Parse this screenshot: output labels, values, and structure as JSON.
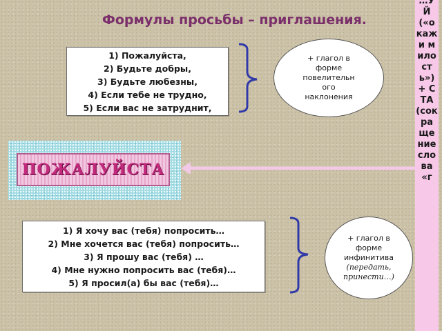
{
  "title": "Формулы просьбы – приглашения.",
  "group1": {
    "items": [
      "1) Пожалуйста,",
      "2) Будьте добры,",
      "3) Будьте любезны,",
      "4) Если тебе не трудно,",
      "5) Если вас не затруднит,"
    ],
    "bubble": {
      "line1": "+ глагол в",
      "line2": "форме",
      "line3": "повелительн",
      "line4": "ого",
      "line5": "наклонения"
    }
  },
  "banner": {
    "word": "ПОЖАЛУЙСТА"
  },
  "group2": {
    "items": [
      "1) Я хочу вас (тебя) попросить…",
      "2) Мне хочется вас (тебя) попросить…",
      "3) Я прошу вас (тебя) …",
      "4) Мне нужно попросить вас (тебя)…",
      "5) Я просил(а) бы вас (тебя)…"
    ],
    "bubble": {
      "line1": "+ глагол в",
      "line2": "форме",
      "line3": "инфинитива",
      "line4": "(передать,",
      "line5": "принести…)"
    }
  },
  "side_text": "…УЙ («окажи милость») + СТА (сокращение слова «г",
  "colors": {
    "title": "#7a2e6a",
    "bracket": "#2f3aa8",
    "arrow": "#f2c9e6",
    "strip": "#f7c8e8"
  }
}
